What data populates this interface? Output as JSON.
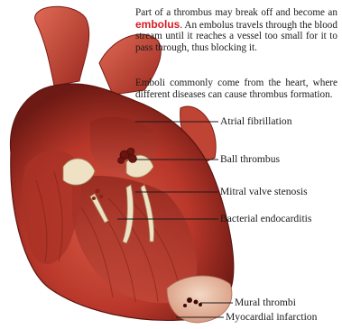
{
  "text": {
    "para1_before": "Part of a thrombus may break off and become an",
    "para1_term": "embolus",
    "para1_after": ". An embolus travels through the blood stream until it reaches a vessel too small for it to pass through, thus blocking it.",
    "para2": "Emboli commonly come from the heart, where different diseases can cause thrombus formation."
  },
  "labels": {
    "atrial": "Atrial fibrillation",
    "ball": "Ball thrombus",
    "mitral": "Mitral valve stenosis",
    "bacterial": "Bacterial endocarditis",
    "mural": "Mural thrombi",
    "myocardial": "Myocardial infarction"
  },
  "colors": {
    "term": "#d51d24",
    "muscle": "#b8372a",
    "muscle_dark": "#6e1a14",
    "vessel": "#c84a3a",
    "valve": "#efe2c4"
  }
}
